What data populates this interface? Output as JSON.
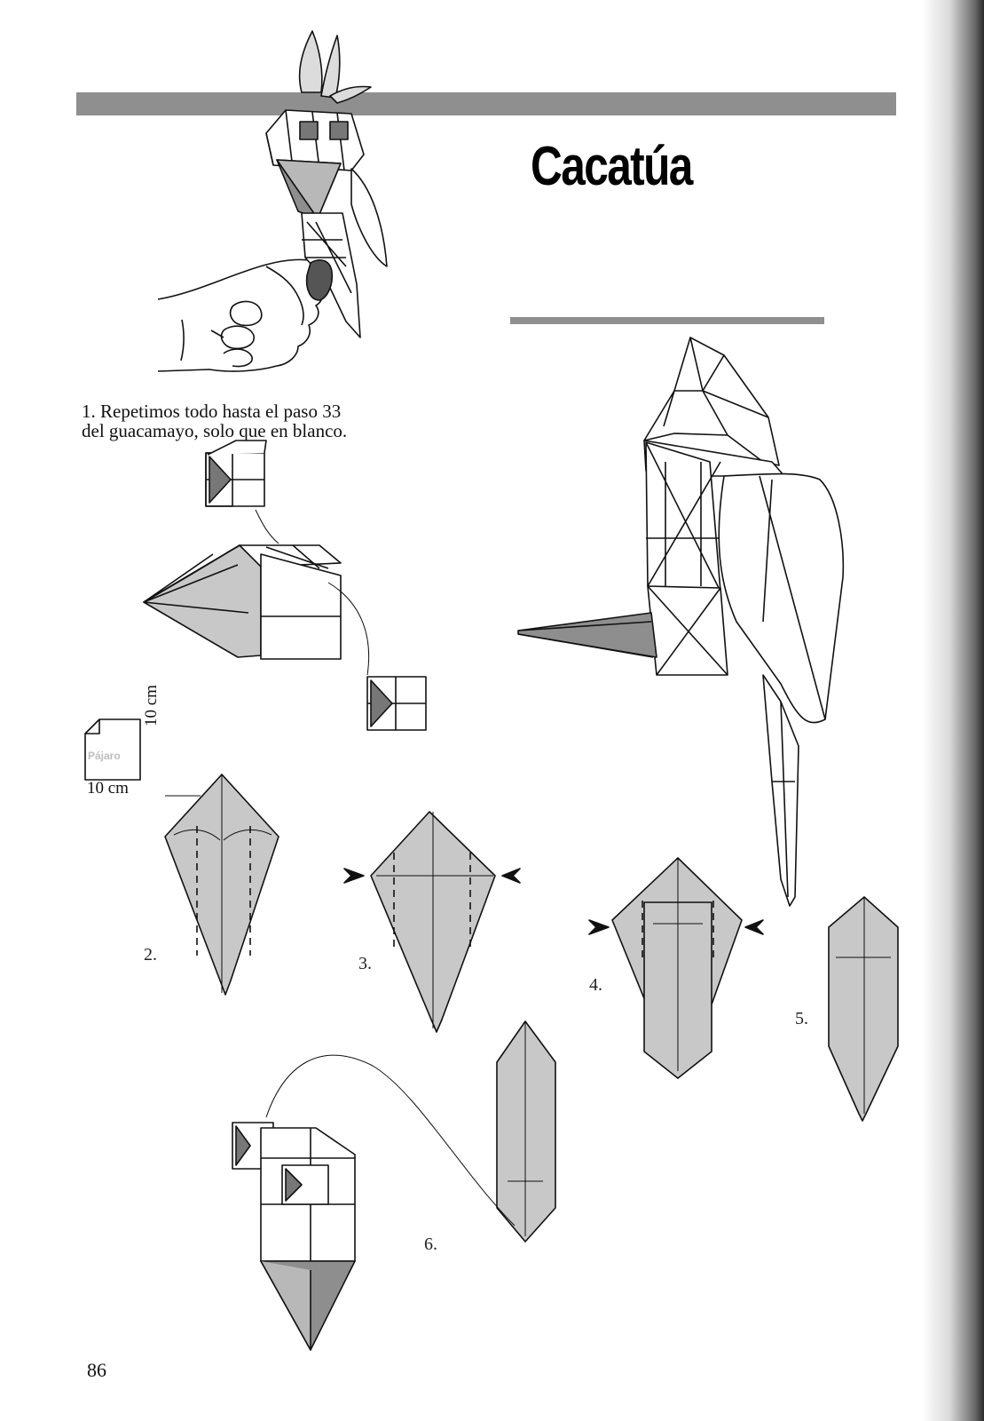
{
  "page": {
    "title": "Cacatúa",
    "page_number": "86"
  },
  "steps": [
    {
      "number": "1.",
      "text": "Repetimos todo hasta el paso 33 del guacamayo, solo que en blanco."
    },
    {
      "number": "2."
    },
    {
      "number": "3."
    },
    {
      "number": "4."
    },
    {
      "number": "5."
    },
    {
      "number": "6."
    }
  ],
  "paper_icon": {
    "label": "Pájaro",
    "width": "10 cm",
    "height": "10 cm"
  },
  "colors": {
    "gray_fold": "#c8c8c8",
    "dark_fold": "#8e8e8e",
    "bar": "#8f8f8f"
  }
}
